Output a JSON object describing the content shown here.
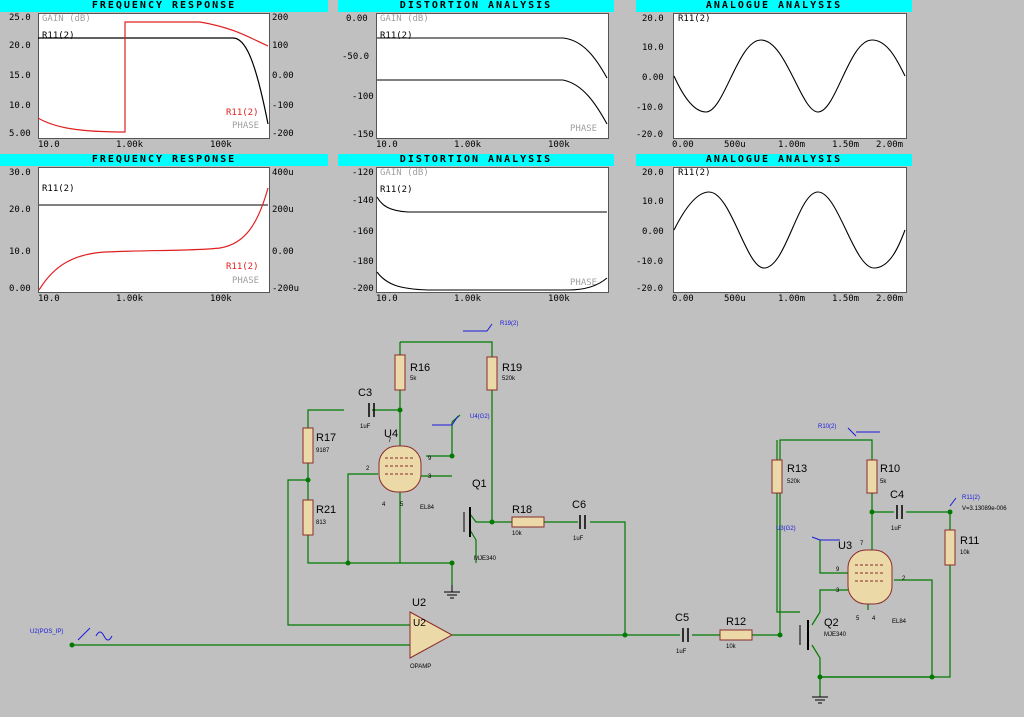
{
  "graphs": [
    {
      "title": "FREQUENCY RESPONSE",
      "left_label": "GAIN (dB)",
      "trace_label": "R11(2)",
      "right_labels": [
        "R11(2)",
        "PHASE"
      ],
      "y_ticks": [
        "25.0",
        "20.0",
        "15.0",
        "10.0",
        "5.00"
      ],
      "y2_ticks": [
        "200",
        "100",
        "0.00",
        "-100",
        "-200"
      ],
      "x_ticks": [
        "10.0",
        "1.00k",
        "100k"
      ]
    },
    {
      "title": "DISTORTION ANALYSIS",
      "left_label": "GAIN (dB)",
      "trace_label": "R11(2)",
      "right_labels": [
        "PHASE"
      ],
      "y_ticks": [
        "0.00",
        "-50.0",
        "-100",
        "-150"
      ],
      "y2_ticks": [],
      "x_ticks": [
        "10.0",
        "1.00k",
        "100k"
      ]
    },
    {
      "title": "ANALOGUE ANALYSIS",
      "left_label": "",
      "trace_label": "R11(2)",
      "right_labels": [],
      "y_ticks": [
        "20.0",
        "10.0",
        "0.00",
        "-10.0",
        "-20.0"
      ],
      "y2_ticks": [],
      "x_ticks": [
        "0.00",
        "500u",
        "1.00m",
        "1.50m",
        "2.00m"
      ]
    },
    {
      "title": "FREQUENCY RESPONSE",
      "left_label": "",
      "trace_label": "R11(2)",
      "right_labels": [
        "R11(2)",
        "PHASE"
      ],
      "y_ticks": [
        "30.0",
        "20.0",
        "10.0",
        "0.00"
      ],
      "y2_ticks": [
        "400u",
        "200u",
        "0.00",
        "-200u"
      ],
      "x_ticks": [
        "10.0",
        "1.00k",
        "100k"
      ]
    },
    {
      "title": "DISTORTION ANALYSIS",
      "left_label": "GAIN (dB)",
      "trace_label": "R11(2)",
      "right_labels": [
        "PHASE"
      ],
      "y_ticks": [
        "-120",
        "-140",
        "-160",
        "-180",
        "-200"
      ],
      "y2_ticks": [],
      "x_ticks": [
        "10.0",
        "1.00k",
        "100k"
      ]
    },
    {
      "title": "ANALOGUE ANALYSIS",
      "left_label": "",
      "trace_label": "R11(2)",
      "right_labels": [],
      "y_ticks": [
        "20.0",
        "10.0",
        "0.00",
        "-10.0",
        "-20.0"
      ],
      "y2_ticks": [],
      "x_ticks": [
        "0.00",
        "500u",
        "1.00m",
        "1.50m",
        "2.00m"
      ]
    }
  ],
  "schematic": {
    "components": {
      "r16": {
        "ref": "R16",
        "value": "5k"
      },
      "r19": {
        "ref": "R19",
        "value": "520k"
      },
      "c3": {
        "ref": "C3",
        "value": "1uF"
      },
      "r17": {
        "ref": "R17",
        "value": "9187"
      },
      "r21": {
        "ref": "R21",
        "value": "813"
      },
      "u4": {
        "ref": "U4",
        "value": "EL84",
        "pins": [
          "7",
          "9",
          "2",
          "3",
          "4",
          "5"
        ]
      },
      "q1": {
        "ref": "Q1",
        "value": "MJE340"
      },
      "r18": {
        "ref": "R18",
        "value": "10k"
      },
      "c6": {
        "ref": "C6",
        "value": "1uF"
      },
      "u2": {
        "ref": "U2",
        "value": "OPAMP"
      },
      "c5": {
        "ref": "C5",
        "value": "1uF"
      },
      "r12": {
        "ref": "R12",
        "value": "10k"
      },
      "q2": {
        "ref": "Q2",
        "value": "MJE340"
      },
      "r13": {
        "ref": "R13",
        "value": "520k"
      },
      "r10": {
        "ref": "R10",
        "value": "5k"
      },
      "c4": {
        "ref": "C4",
        "value": "1uF"
      },
      "r11": {
        "ref": "R11",
        "value": "10k"
      },
      "u3": {
        "ref": "U3",
        "value": "EL84",
        "pins": [
          "7",
          "9",
          "2",
          "3",
          "4",
          "5"
        ]
      }
    },
    "probes": {
      "r19_2": "R19(2)",
      "u4_g2": "U4(G2)",
      "r10_2": "R10(2)",
      "u3_g2": "U3(G2)",
      "r11_2": "R11(2)",
      "r11_reading": "V=3.13089e-006",
      "generator": "U2(POS_IP)"
    },
    "colors": {
      "wire": "#007a00",
      "probe": "#1a1adc",
      "part_fill": "#ecd9a8",
      "part_stroke": "#8b2a2a"
    }
  }
}
